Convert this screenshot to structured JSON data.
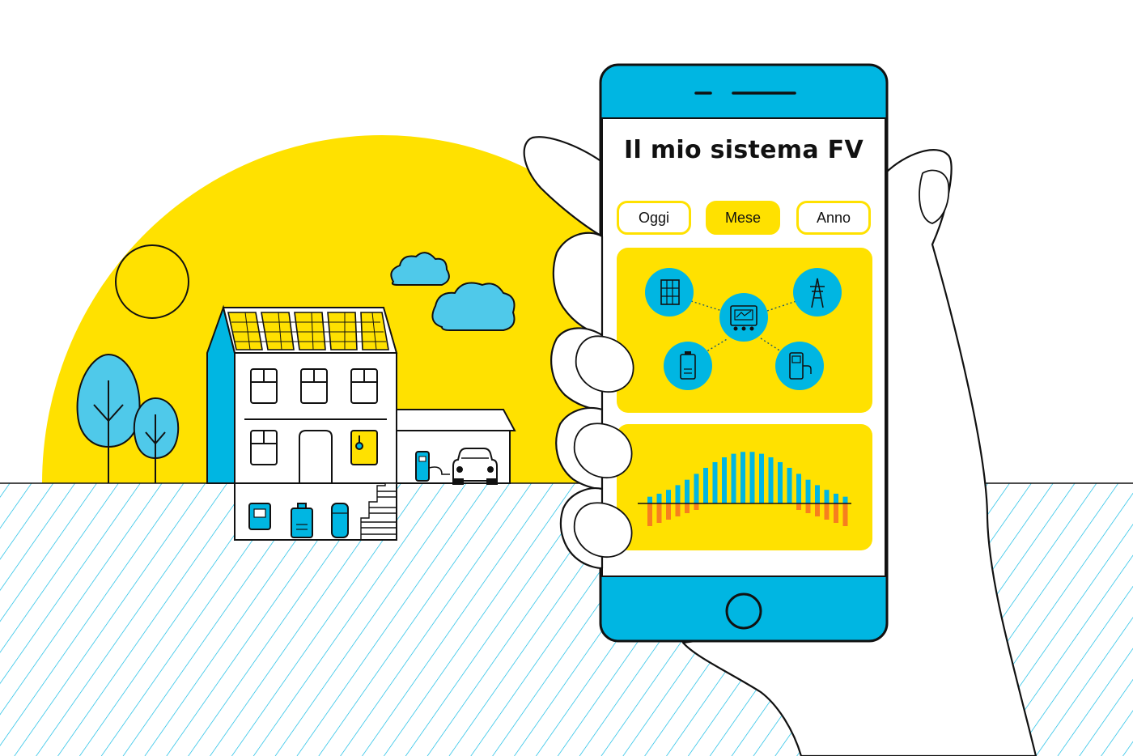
{
  "app": {
    "title": "Il mio sistema FV",
    "tabs": [
      {
        "label": "Oggi",
        "active": false
      },
      {
        "label": "Mese",
        "active": true
      },
      {
        "label": "Anno",
        "active": false
      }
    ]
  },
  "energy_nodes": [
    "solar-panel-icon",
    "grid-pylon-icon",
    "inverter-icon",
    "battery-icon",
    "ev-charger-icon"
  ],
  "colors": {
    "yellow": "#FFE100",
    "blue": "#00B6E2",
    "orange": "#F77F1E",
    "outline": "#111111"
  }
}
